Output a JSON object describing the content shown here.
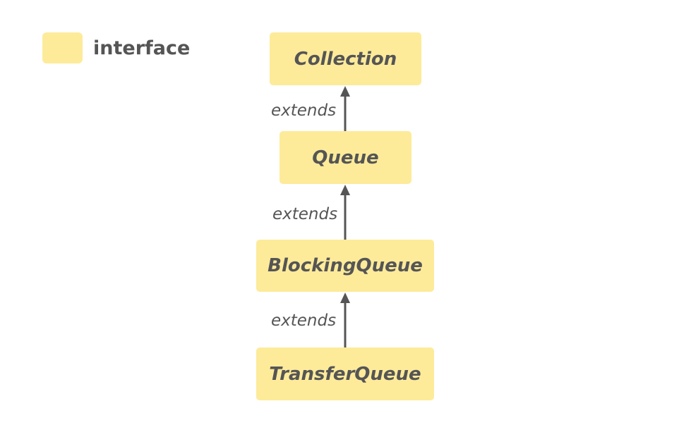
{
  "legend": {
    "label": "interface",
    "swatch_color": "#fdeb9a"
  },
  "nodes": {
    "collection": "Collection",
    "queue": "Queue",
    "blocking_queue": "BlockingQueue",
    "transfer_queue": "TransferQueue"
  },
  "edges": [
    {
      "from": "Queue",
      "to": "Collection",
      "label": "extends"
    },
    {
      "from": "BlockingQueue",
      "to": "Queue",
      "label": "extends"
    },
    {
      "from": "TransferQueue",
      "to": "BlockingQueue",
      "label": "extends"
    }
  ],
  "colors": {
    "node_fill": "#fdeb9a",
    "text": "#555555",
    "arrow": "#555555"
  }
}
